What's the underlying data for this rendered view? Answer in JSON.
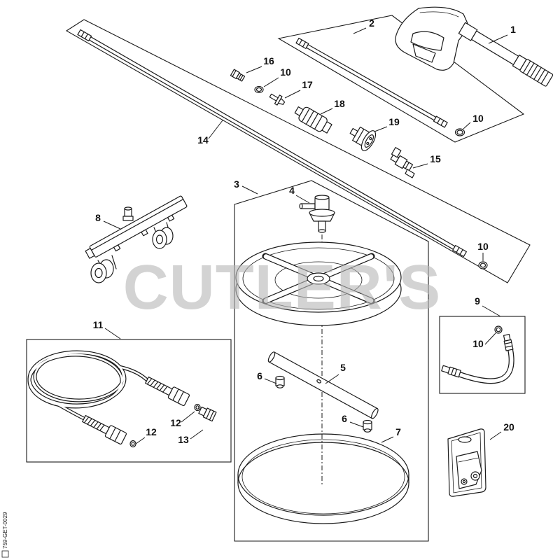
{
  "callouts": [
    "1",
    "2",
    "16",
    "10",
    "17",
    "18",
    "19",
    "10",
    "14",
    "15",
    "3",
    "4",
    "8",
    "10",
    "9",
    "11",
    "10",
    "5",
    "6",
    "6",
    "7",
    "20",
    "12",
    "12",
    "13"
  ],
  "watermark": "CUTLER'S",
  "drawing_code": "759-GET-0029"
}
